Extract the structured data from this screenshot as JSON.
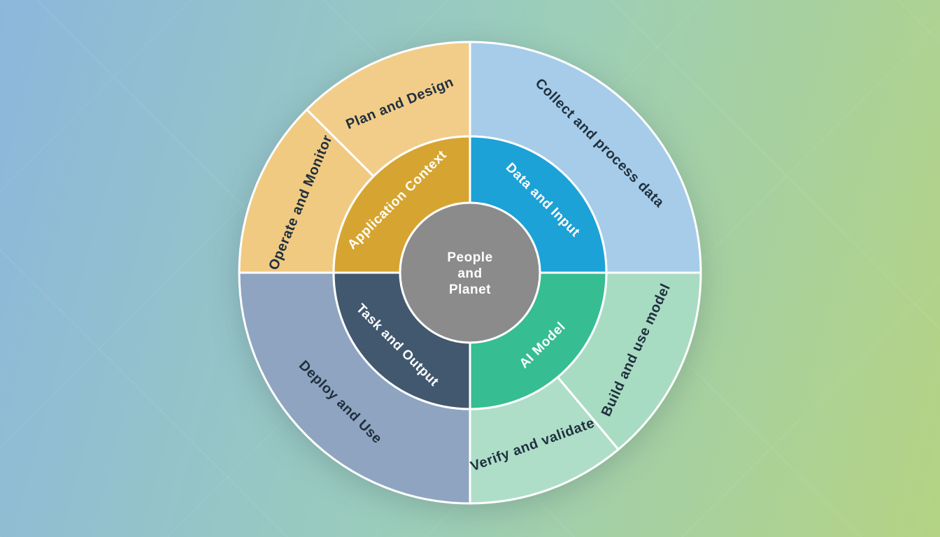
{
  "background": {
    "gradient_from": "#8cb7dc",
    "gradient_mid": "#9cceb9",
    "gradient_to": "#b4d383"
  },
  "diagram": {
    "center": {
      "lines": [
        "People",
        "and",
        "Planet"
      ],
      "color": "#8b8b8b",
      "text_color": "#ffffff"
    },
    "divider_color": "#ffffff",
    "outer_label_color": "#20303e",
    "inner_label_color": "#ffffff",
    "inner_ring": [
      {
        "label": "Application Context",
        "color": "#d6a531",
        "start": 270,
        "end": 360
      },
      {
        "label": "Data and Input",
        "color": "#1ca2d7",
        "start": 0,
        "end": 90
      },
      {
        "label": "AI Model",
        "color": "#36bd92",
        "start": 90,
        "end": 180
      },
      {
        "label": "Task and Output",
        "color": "#41586f",
        "start": 180,
        "end": 270
      }
    ],
    "outer_ring": [
      {
        "label": "Collect and process data",
        "color": "#a6cce9",
        "start": 0,
        "end": 90
      },
      {
        "label": "Build and use model",
        "color": "#a8dcc2",
        "start": 90,
        "end": 140
      },
      {
        "label": "Verify and validate",
        "color": "#aedec8",
        "start": 140,
        "end": 180
      },
      {
        "label": "Deploy and Use",
        "color": "#8fa4c0",
        "start": 180,
        "end": 270
      },
      {
        "label": "Operate and Monitor",
        "color": "#f1ca82",
        "start": 270,
        "end": 315
      },
      {
        "label": "Plan and Design",
        "color": "#f2cd8a",
        "start": 315,
        "end": 360
      }
    ]
  }
}
